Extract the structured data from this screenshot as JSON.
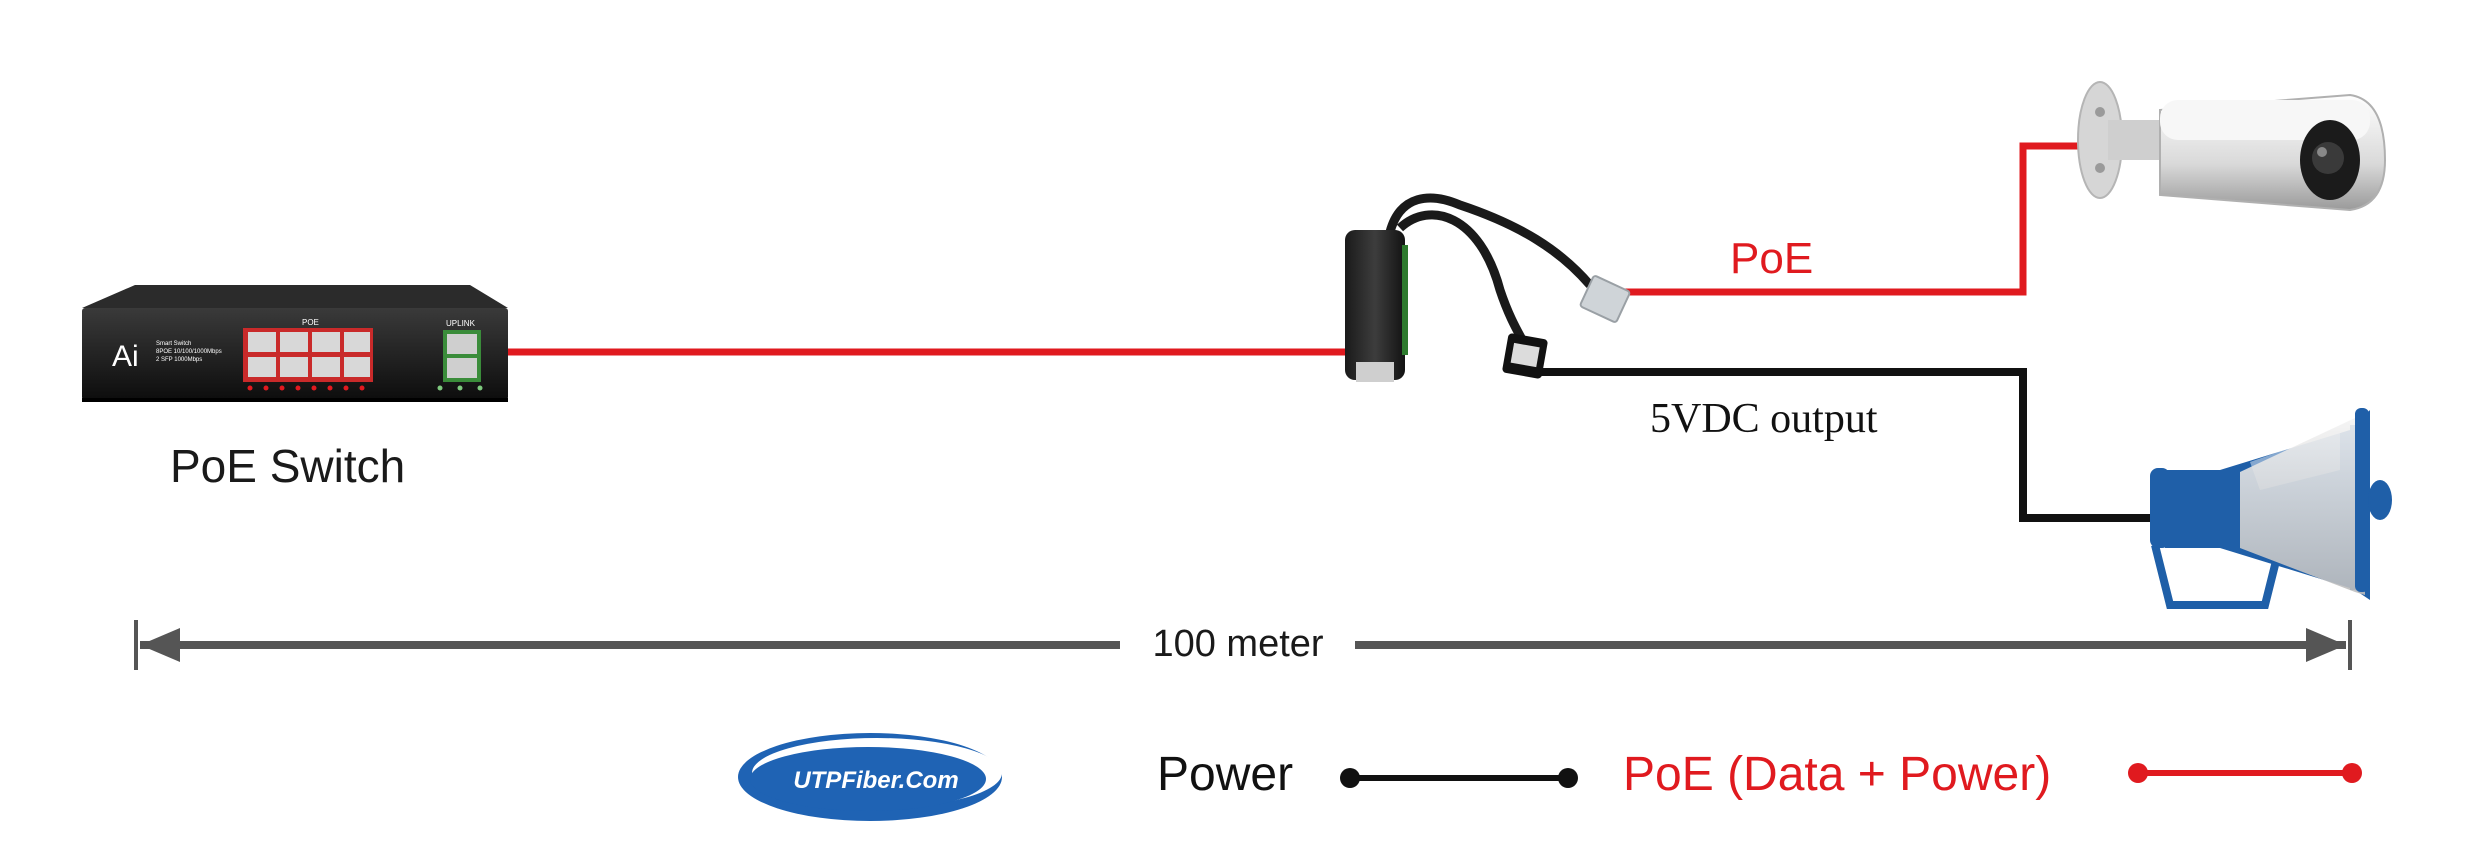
{
  "labels": {
    "switch_caption": "PoE Switch",
    "poe_link": "PoE",
    "dc_output": "5VDC output",
    "distance": "100 meter"
  },
  "switch_panel": {
    "brand": "Ai",
    "spec_line1": "Smart Switch",
    "spec_line2": "8POE 10/100/1000Mbps",
    "spec_line3": "2 SFP 1000Mbps",
    "poe_header": "POE",
    "uplink_header": "UPLINK"
  },
  "legend": {
    "logo_text": "UTPFiber.Com",
    "power_label": "Power",
    "poe_label": "PoE (Data + Power)"
  },
  "colors": {
    "poe_red": "#e01a1f",
    "power_black": "#111111",
    "dimension_gray": "#555555",
    "logo_blue": "#1f63b4",
    "horn_blue": "#1f5fa8"
  }
}
